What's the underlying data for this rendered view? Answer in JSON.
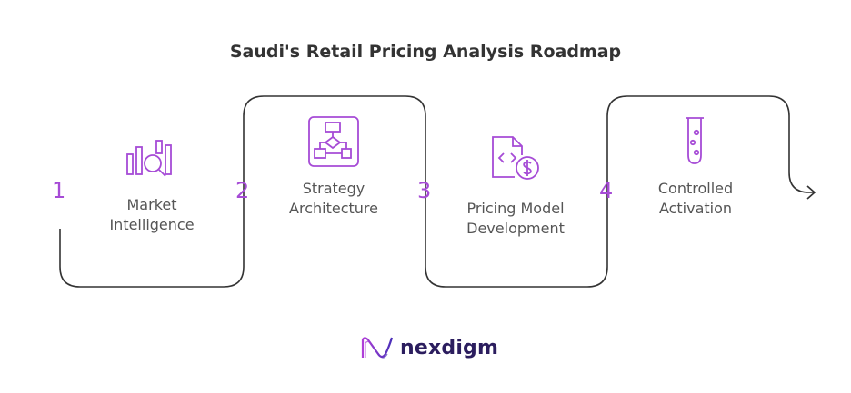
{
  "title": "Saudi's Retail Pricing Analysis Roadmap",
  "steps": [
    {
      "number": "1",
      "label_line1": "Market",
      "label_line2": "Intelligence",
      "icon": "market-analysis-icon"
    },
    {
      "number": "2",
      "label_line1": "Strategy",
      "label_line2": "Architecture",
      "icon": "flowchart-icon"
    },
    {
      "number": "3",
      "label_line1": "Pricing Model",
      "label_line2": "Development",
      "icon": "pricing-code-icon"
    },
    {
      "number": "4",
      "label_line1": "Controlled",
      "label_line2": "Activation",
      "icon": "test-tube-icon"
    }
  ],
  "brand": {
    "name": "nexdigm",
    "logo": "nexdigm-wave-logo"
  },
  "colors": {
    "accent": "#a64bd6",
    "line": "#333333",
    "text": "#555555",
    "brand": "#2b1d5e"
  }
}
